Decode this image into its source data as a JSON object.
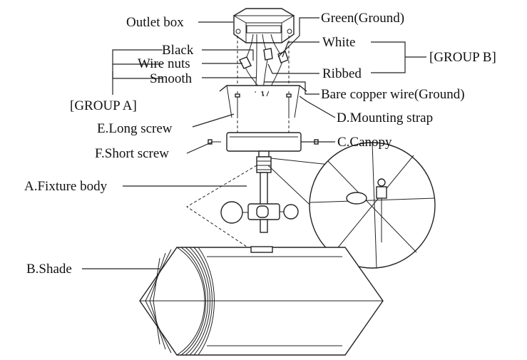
{
  "labels": {
    "outlet_box": "Outlet box",
    "black": "Black",
    "wire_nuts": "Wire nuts",
    "smooth": "Smooth",
    "group_a": "[GROUP A]",
    "green_ground": "Green(Ground)",
    "white": "White",
    "ribbed": "Ribbed",
    "group_b": "[GROUP B]",
    "bare_copper": "Bare copper wire(Ground)",
    "mounting_strap": "D.Mounting strap",
    "long_screw": "E.Long screw",
    "canopy": "C.Canopy",
    "short_screw": "F.Short screw",
    "fixture_body": "A.Fixture body",
    "shade": "B.Shade"
  }
}
